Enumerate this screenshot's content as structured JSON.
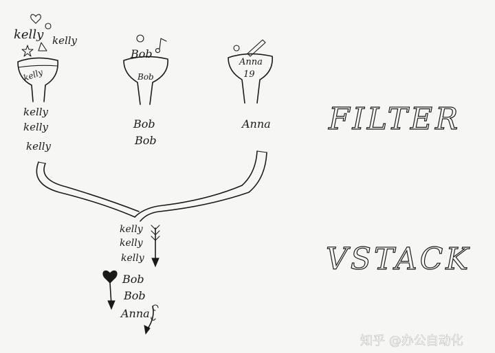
{
  "titles": {
    "filter": "FILTER",
    "vstack": "VSTACK"
  },
  "funnels": [
    {
      "name": "kelly",
      "inside": "kelly",
      "outside_labels": [
        "kelly",
        "kelly"
      ],
      "output": [
        "kelly",
        "kelly",
        "kelly"
      ]
    },
    {
      "name": "Bob",
      "inside": [
        "Bob",
        "Bob"
      ],
      "output": [
        "Bob",
        "Bob"
      ]
    },
    {
      "name": "Anna",
      "inside": [
        "Anna",
        "19"
      ],
      "output": [
        "Anna"
      ]
    }
  ],
  "stacked": [
    "kelly",
    "kelly",
    "kelly",
    "Bob",
    "Bob",
    "Anna"
  ],
  "watermark": "知乎 @办公自动化"
}
